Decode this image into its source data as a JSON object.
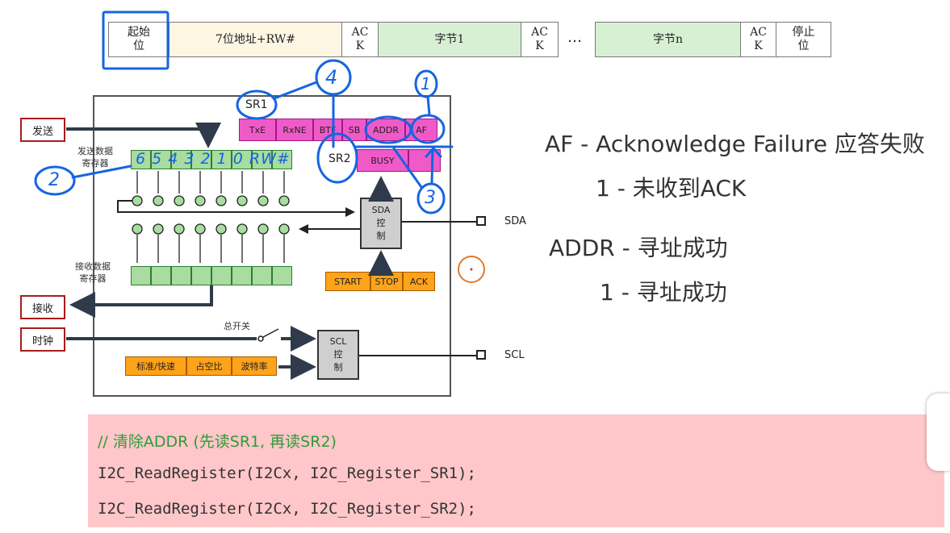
{
  "frame": {
    "start": "起始\n位",
    "address": "7位地址+RW#",
    "ack1": "AC\nK",
    "byte1": "字节1",
    "ack2": "AC\nK",
    "ellipsis": "…",
    "byten": "字节n",
    "ack3": "AC\nK",
    "stop": "停止\n位"
  },
  "diagram": {
    "send": "发送",
    "receive": "接收",
    "clock": "时钟",
    "tx_reg_label": "发送数据\n寄存器",
    "rx_reg_label": "接收数据\n寄存器",
    "sr1_flags": [
      "TxE",
      "RxNE",
      "BTF",
      "SB",
      "ADDR",
      "AF"
    ],
    "busy": "BUSY",
    "sda_ctrl": "SDA\n控\n制",
    "scl_ctrl": "SCL\n控\n制",
    "start_stop_ack": [
      "START",
      "STOP",
      "ACK"
    ],
    "master_switch": "总开关",
    "clock_cfg": [
      "标准/快速",
      "占空比",
      "波特率"
    ],
    "sda": "SDA",
    "scl": "SCL"
  },
  "annotations": {
    "sr1": "SR1",
    "sr2": "SR2",
    "n1": "1",
    "n2": "2",
    "n3": "3",
    "n4": "4",
    "bits": "6 5 4 3 2 1 0 RW#"
  },
  "notes": {
    "af_title": "AF - Acknowledge Failure 应答失败",
    "af_detail": "1 - 未收到ACK",
    "addr_title": "ADDR - 寻址成功",
    "addr_detail": "1 - 寻址成功"
  },
  "code": {
    "comment": "// 清除ADDR (先读SR1, 再读SR2)",
    "line1": "I2C_ReadRegister(I2Cx, I2C_Register_SR1);",
    "line2": "I2C_ReadRegister(I2Cx, I2C_Register_SR2);"
  },
  "colors": {
    "annotation_blue": "#1565e0",
    "flag_pink": "#f05ac8",
    "code_bg": "#ffc7c9",
    "comment_green": "#2e9b3a"
  }
}
